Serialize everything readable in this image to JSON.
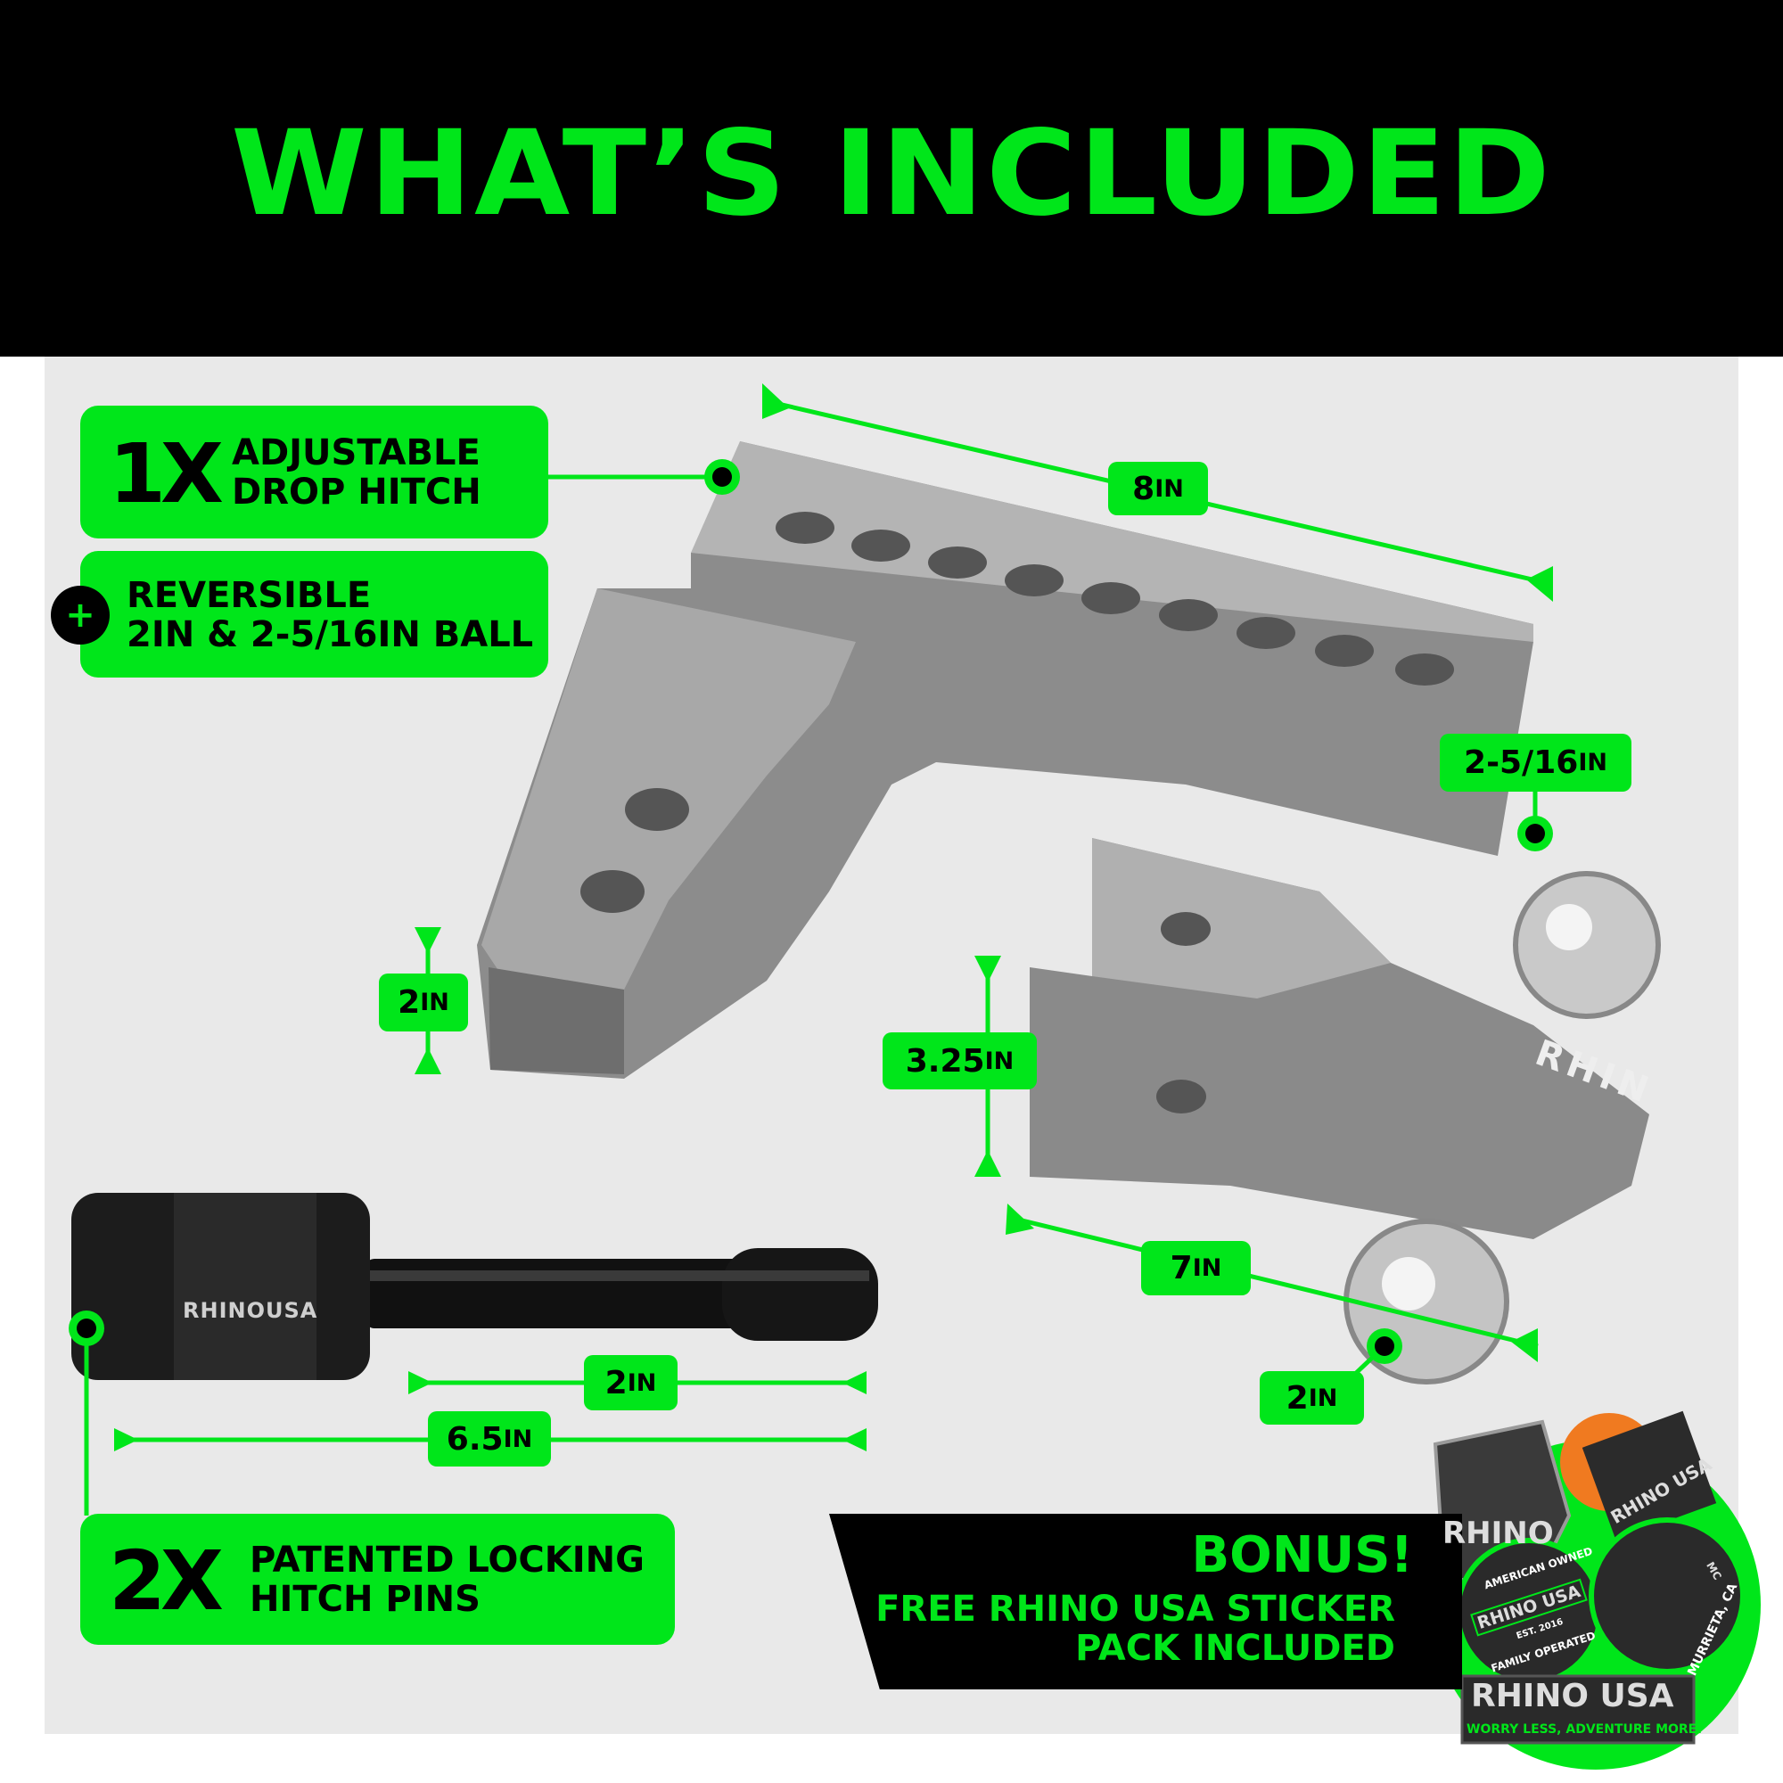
{
  "header": {
    "title": "WHAT’S INCLUDED"
  },
  "colors": {
    "accent": "#00e61a",
    "header_bg": "#000000",
    "stage_bg": "#e9e9e9",
    "product_gray": "#8a8a8a"
  },
  "items": [
    {
      "qty": "1X",
      "line1": "ADJUSTABLE",
      "line2": "DROP HITCH"
    },
    {
      "icon": "plus-icon",
      "line1": "REVERSIBLE",
      "line2": "2IN & 2-5/16IN BALL"
    },
    {
      "qty": "2X",
      "line1": "PATENTED LOCKING",
      "line2": "HITCH PINS"
    }
  ],
  "dimensions": {
    "shank_length": {
      "num": "8",
      "unit": "IN"
    },
    "ball_large": {
      "num": "2-5/16",
      "unit": "IN"
    },
    "shank_height": {
      "num": "2",
      "unit": "IN"
    },
    "mount_height": {
      "num": "3.25",
      "unit": "IN"
    },
    "mount_length": {
      "num": "7",
      "unit": "IN"
    },
    "ball_small": {
      "num": "2",
      "unit": "IN"
    },
    "pin_grip": {
      "num": "2",
      "unit": "IN"
    },
    "pin_length": {
      "num": "6.5",
      "unit": "IN"
    }
  },
  "product_marks": {
    "pin_logo": "RHINOUSA",
    "mount_logo": "RHIN"
  },
  "bonus": {
    "heading": "BONUS!",
    "line1": "FREE RHINO USA STICKER",
    "line2": "PACK INCLUDED"
  },
  "stickers": [
    "RHINO",
    "RHINO USA",
    "AMERICAN OWNED",
    "EST. 2016",
    "FAMILY OPERATED",
    "MURRIETA, CA",
    "MC",
    "WORRY LESS, ADVENTURE MORE!"
  ]
}
